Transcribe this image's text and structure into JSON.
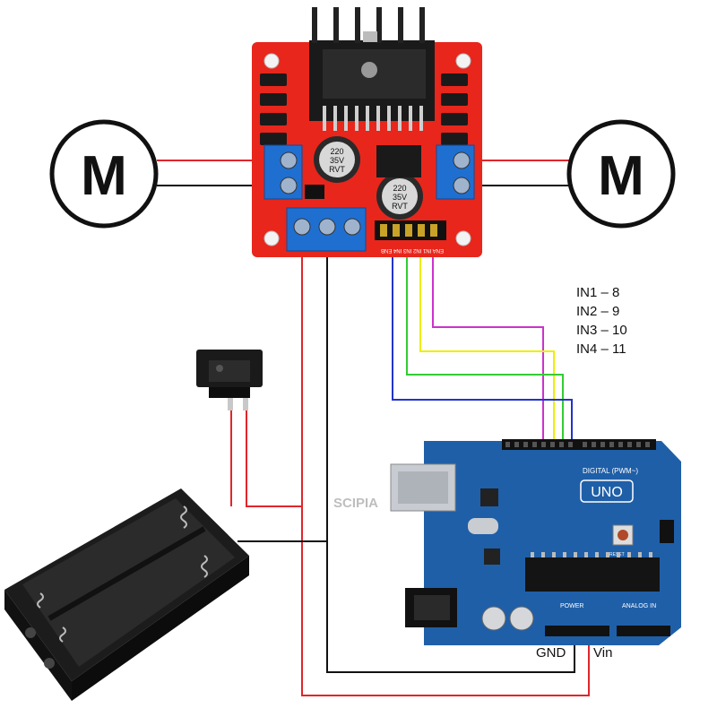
{
  "motors": {
    "left_symbol": "M",
    "right_symbol": "M"
  },
  "driver": {
    "cap_left": [
      "220",
      "35V",
      "RVT"
    ],
    "cap_right": [
      "220",
      "35V",
      "RVT"
    ],
    "header_text": "ENA IN1 IN2 IN3 IN4 ENB"
  },
  "pin_map": {
    "lines": [
      "IN1 – 8",
      "IN2 – 9",
      "IN3 – 10",
      "IN4 – 11"
    ]
  },
  "arduino": {
    "badge": "UNO",
    "digital_label": "DIGITAL (PWM~)",
    "power_label": "POWER",
    "analog_label": "ANALOG IN",
    "reset_label": "RESET",
    "watermark": "SCIPIA"
  },
  "power_labels": {
    "gnd": "GND",
    "vin": "Vin"
  },
  "colors": {
    "wire_red": "#e0262b",
    "wire_black": "#111111",
    "in1_wire": "#cc33cc",
    "in2_wire": "#eeee00",
    "in3_wire": "#33cc33",
    "in4_wire": "#2233cc",
    "board_red": "#e8261c",
    "arduino_blue": "#1f5fa8"
  }
}
